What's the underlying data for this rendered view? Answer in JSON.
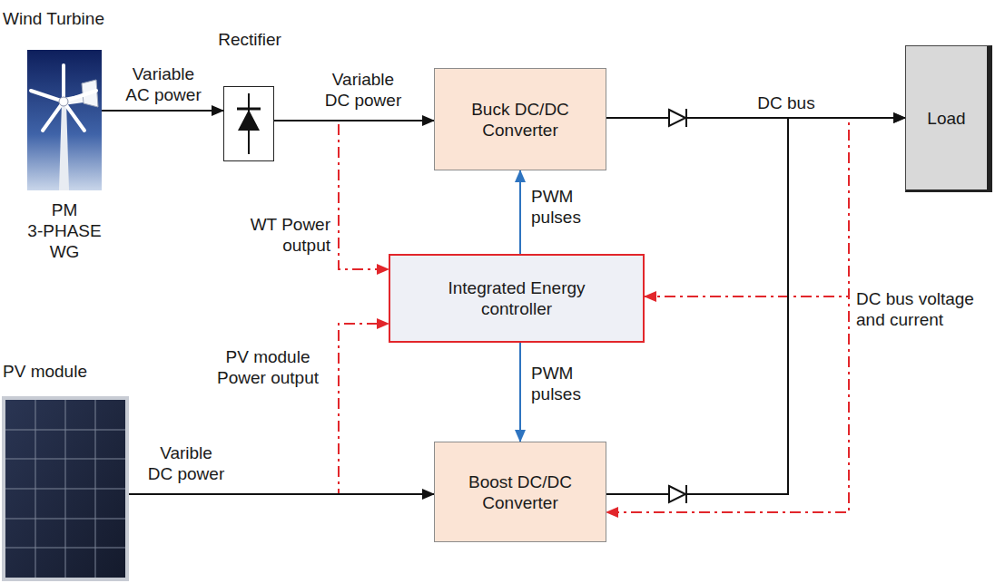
{
  "diagram": {
    "nodes": [
      {
        "text": [
          "Wind Turbine",
          "PM 3-PHASE WG"
        ]
      },
      {
        "text": [
          "Rectifier"
        ]
      },
      {
        "text": [
          "Buck DC/DC Converter"
        ]
      },
      {
        "text": [
          "Load"
        ]
      },
      {
        "text": [
          "Integrated Energy controller"
        ]
      },
      {
        "text": [
          "PV module"
        ]
      },
      {
        "text": [
          "Boost DC/DC Converter"
        ]
      }
    ],
    "edges": [
      {
        "from": 0,
        "to": 1,
        "label": "Variable AC power",
        "arrow": "to"
      },
      {
        "from": 1,
        "to": 2,
        "label": "Variable DC power",
        "arrow": "to"
      },
      {
        "from": 2,
        "to": 3,
        "label": "DC bus",
        "arrow": "to"
      },
      {
        "from": 6,
        "to": 3,
        "arrow": "to"
      },
      {
        "from": 4,
        "to": 2,
        "label": "PWM pulses",
        "arrow": "to"
      },
      {
        "from": 4,
        "to": 6,
        "label": "PWM pulses",
        "arrow": "to"
      },
      {
        "from": 5,
        "to": 6,
        "label": "Varible DC power",
        "arrow": "to"
      },
      {
        "from": 1,
        "to": 4,
        "label": "WT Power output",
        "arrow": "to"
      },
      {
        "from": 5,
        "to": 4,
        "label": "PV module Power output",
        "arrow": "to"
      },
      {
        "from": 3,
        "to": 4,
        "label": "DC bus voltage and current",
        "arrow": "to"
      },
      {
        "from": 3,
        "to": 6,
        "arrow": "to"
      }
    ]
  }
}
